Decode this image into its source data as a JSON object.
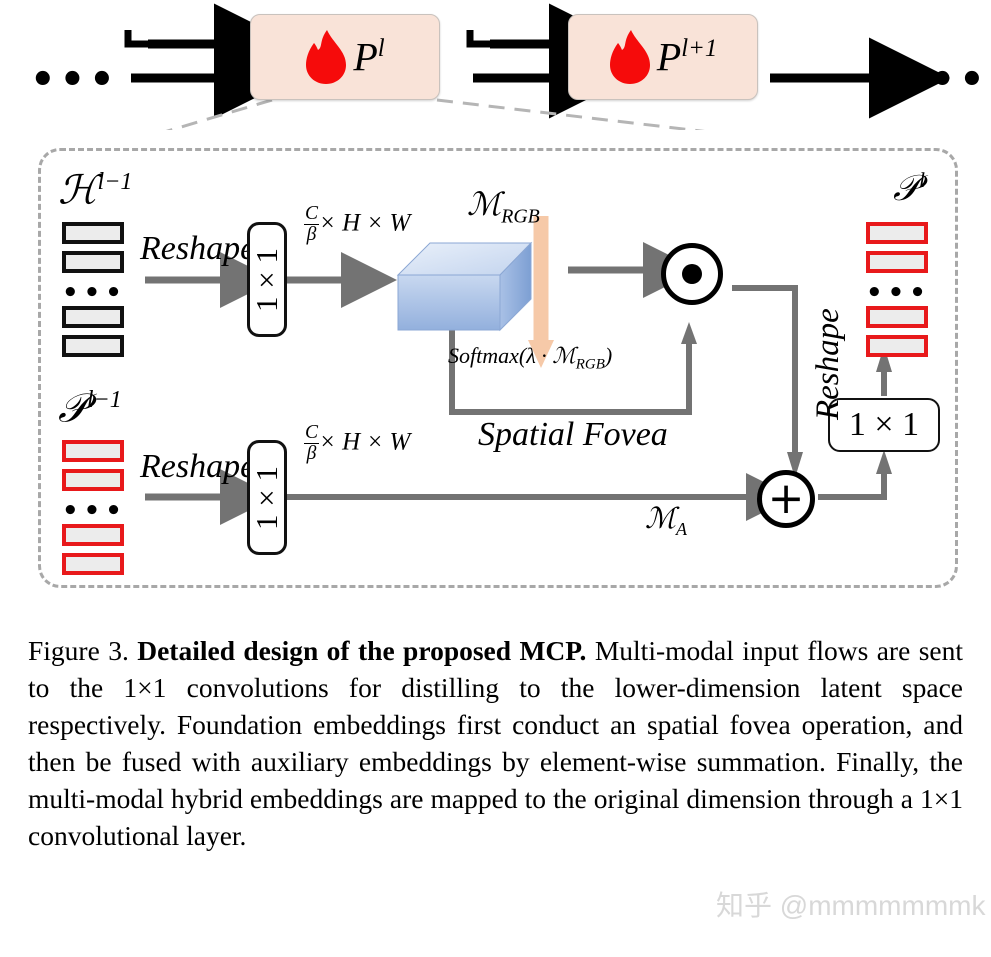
{
  "figure": {
    "top_row": {
      "left_ellipsis": "•••",
      "right_ellipsis": "•••",
      "blocks": [
        {
          "id": "block-pl",
          "label_base": "P",
          "label_sup": "l",
          "icon": "flame-icon"
        },
        {
          "id": "block-pl1",
          "label_base": "P",
          "label_sup": "l+1",
          "icon": "flame-icon"
        }
      ]
    },
    "panel": {
      "input_top_label": "ℋ",
      "input_top_sup": "l−1",
      "input_bottom_label": "𝒫",
      "input_bottom_sup": "l−1",
      "output_label": "𝒫",
      "output_sup": "l",
      "reshape_top": "Reshape",
      "reshape_bottom": "Reshape",
      "reshape_right": "Reshape",
      "conv_top": "1 × 1",
      "conv_bottom": "1 × 1",
      "conv_right": "1 × 1",
      "dim_top_num": "C",
      "dim_top_den": "β",
      "dim_top_rest": "× H × W",
      "dim_bottom_num": "C",
      "dim_bottom_den": "β",
      "dim_bottom_rest": "× H × W",
      "tensor_label": "ℳ",
      "tensor_sub": "RGB",
      "softmax_label": "Softmax(λ · ℳ",
      "softmax_sub": "RGB",
      "softmax_close": ")",
      "spatial_fovea": "Spatial Fovea",
      "aux_label": "ℳ",
      "aux_sub": "A",
      "mul_op": "⊙",
      "add_op": "+",
      "stack_dots": "•••"
    },
    "colors": {
      "fire_box_fill": "#f9e3d8",
      "red_border": "#e8191b",
      "bar_fill": "#ececec",
      "cube_top": "#dce6f5",
      "cube_front": "#9eb9e0",
      "peach_arrow": "#f6c9a8",
      "panel_border": "#a8a8a8",
      "arrow_gray": "#737373"
    }
  },
  "caption": {
    "prefix": "Figure 3. ",
    "bold": "Detailed design of the proposed MCP.",
    "body": " Multi-modal input flows are sent to the 1×1 convolutions for distilling to the lower-dimension latent space respectively.  Foundation embeddings first conduct an spatial fovea operation, and then be fused with auxiliary embeddings by element-wise summation. Finally, the multi-modal hybrid embeddings are mapped to the original dimension through a 1×1 convolutional layer."
  },
  "watermark": "知乎 @mmmmmmmk"
}
